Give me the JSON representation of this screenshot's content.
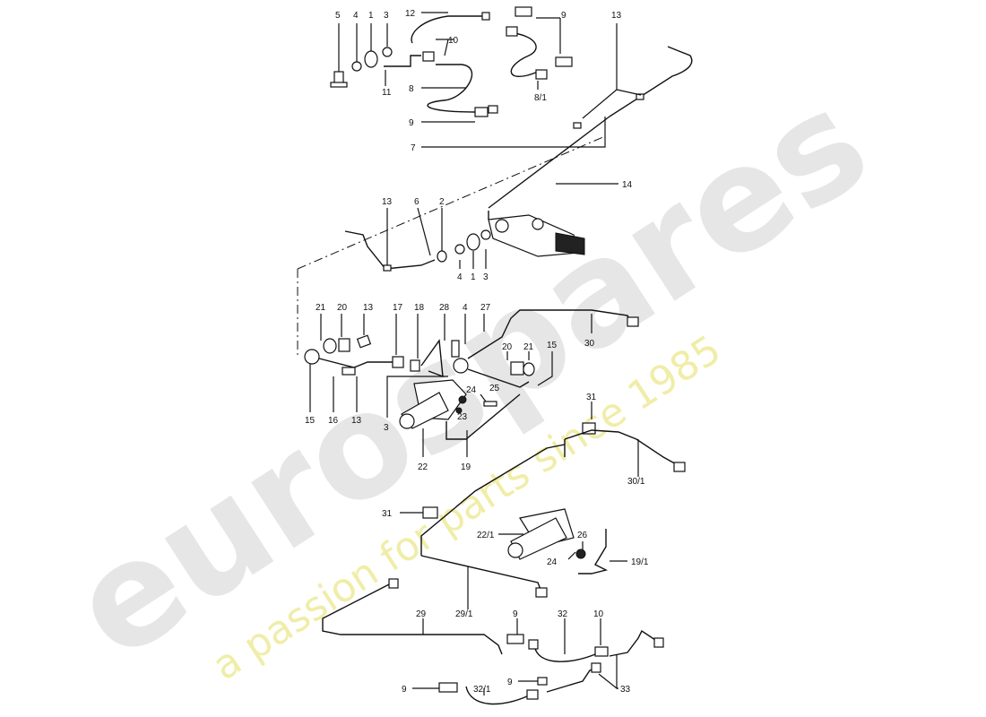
{
  "watermark": {
    "brand": "eurospares",
    "tagline": "a passion for parts since 1985",
    "colors": {
      "brand": "#e6e6e6",
      "tagline": "#f0eda8"
    }
  },
  "labels": {
    "l5": "5",
    "l4a": "4",
    "l1a": "1",
    "l3a": "3",
    "l12": "12",
    "l10a": "10",
    "l11": "11",
    "l8": "8",
    "l9a": "9",
    "l9b": "9",
    "l13a": "13",
    "l81": "8/1",
    "l7": "7",
    "l14": "14",
    "l13b": "13",
    "l6": "6",
    "l2": "2",
    "l4b": "4",
    "l1b": "1",
    "l3b": "3",
    "l21a": "21",
    "l20a": "20",
    "l13c": "13",
    "l17": "17",
    "l18": "18",
    "l28": "28",
    "l4c": "4",
    "l27": "27",
    "l30": "30",
    "l20b": "20",
    "l21b": "21",
    "l15a": "15",
    "l24a": "24",
    "l25": "25",
    "l23": "23",
    "l15b": "15",
    "l16": "16",
    "l13d": "13",
    "l3c": "3",
    "l22": "22",
    "l19": "19",
    "l31a": "31",
    "l301": "30/1",
    "l31b": "31",
    "l221": "22/1",
    "l26": "26",
    "l24b": "24",
    "l191": "19/1",
    "l29": "29",
    "l291": "29/1",
    "l9c": "9",
    "l32": "32",
    "l10b": "10",
    "l9d": "9",
    "l321": "32/1",
    "l9e": "9",
    "l33": "33"
  }
}
